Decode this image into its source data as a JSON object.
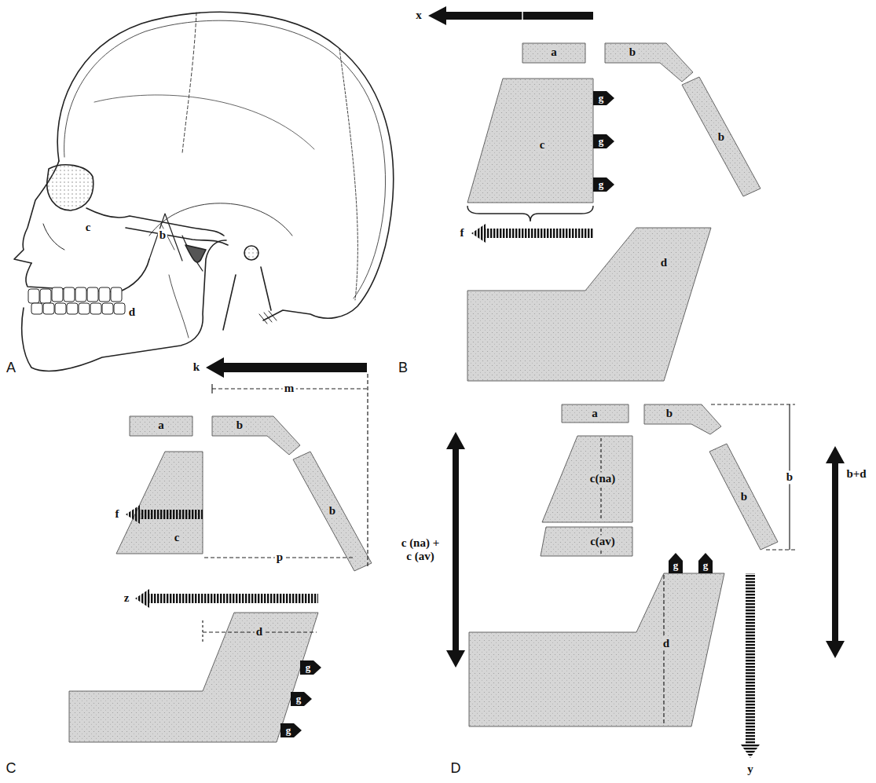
{
  "diagram": {
    "nodes": [
      {
        "text": [
          "a"
        ]
      },
      {
        "text": [
          "b"
        ]
      },
      {
        "text": [
          "c"
        ]
      },
      {
        "text": [
          "b"
        ]
      },
      {
        "text": [
          "d"
        ]
      },
      {
        "text": [
          "a"
        ]
      },
      {
        "text": [
          "b"
        ]
      },
      {
        "text": [
          "c"
        ]
      },
      {
        "text": [
          "b"
        ]
      },
      {
        "text": [
          "d"
        ]
      },
      {
        "text": [
          "a"
        ]
      },
      {
        "text": [
          "b"
        ]
      },
      {
        "text": [
          "c(na)"
        ]
      },
      {
        "text": [
          "c(av)"
        ]
      },
      {
        "text": [
          "b"
        ]
      },
      {
        "text": [
          "d"
        ]
      }
    ],
    "labels": [
      "A",
      "c",
      "b",
      "d",
      "B",
      "x",
      "g",
      "g",
      "g",
      "f",
      "C",
      "k",
      "m",
      "f",
      "p",
      "z",
      "g",
      "g",
      "g",
      "D",
      "c (na) + c (av)",
      "b",
      "b+d",
      "g",
      "g",
      "y"
    ]
  }
}
